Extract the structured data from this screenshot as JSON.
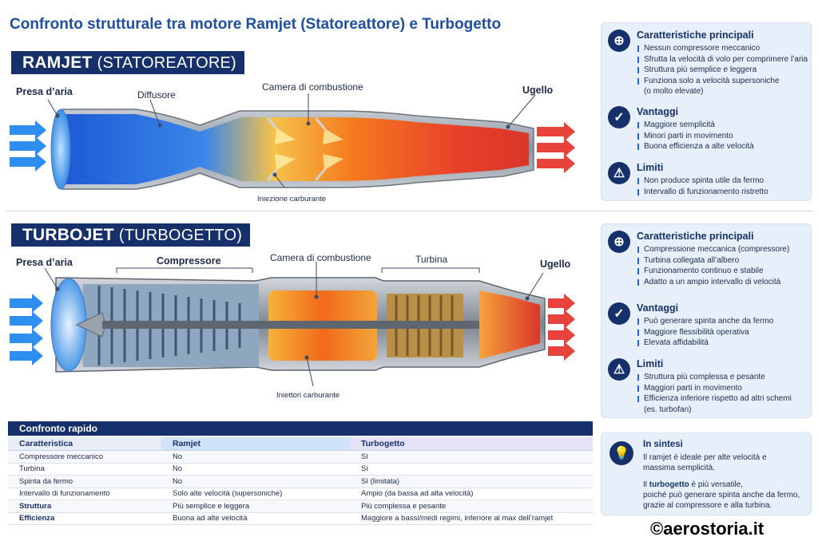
{
  "title": "Confronto strutturale tra motore Ramjet (Statoreattore) e Turbogetto",
  "ramjet": {
    "name": "RAMJET",
    "name_sub": "(STATOREATORE)",
    "labels": {
      "intake": "Presa d’aria",
      "diffuser": "Diffusore",
      "combustion": "Camera di combustione",
      "nozzle": "Ugello",
      "fuel": "Iniezione carburante"
    },
    "features": {
      "title": "Caratteristiche principali",
      "items": [
        "Nessun compressore meccanico",
        "Sfrutta la velocità di volo per comprimere l’aria",
        "Struttura più semplice e leggera",
        "Funziona solo a velocità supersoniche"
      ],
      "note": "(o molto elevate)"
    },
    "advantages": {
      "title": "Vantaggi",
      "items": [
        "Maggiore semplicità",
        "Minori parti in movimento",
        "Buona efficienza a alte velocità"
      ]
    },
    "limits": {
      "title": "Limiti",
      "items": [
        "Non produce spinta utile da fermo",
        "Intervallo di funzionamento ristretto"
      ]
    }
  },
  "turbojet": {
    "name": "TURBOJET",
    "name_sub": "(TURBOGETTO)",
    "labels": {
      "intake": "Presa d’aria",
      "compressor": "Compressore",
      "combustion": "Camera di combustione",
      "turbine": "Turbina",
      "nozzle": "Ugello",
      "fuel": "Iniettori carburante"
    },
    "features": {
      "title": "Caratteristiche principali",
      "items": [
        "Compressione meccanica (compressore)",
        "Turbina collegata all’albero",
        "Funzionamento continuo e stabile",
        "Adatto a un ampio intervallo di velocità"
      ]
    },
    "advantages": {
      "title": "Vantaggi",
      "items": [
        "Può generare spinta anche da fermo",
        "Maggiore flessibilità operativa",
        "Elevata affidabilità"
      ]
    },
    "limits": {
      "title": "Limiti",
      "items": [
        "Struttura più complessa e pesante",
        "Maggiori parti in movimento",
        "Efficienza inferiore rispetto ad altri schemi"
      ],
      "note": "(es. turbofan)"
    }
  },
  "comparison": {
    "title": "Confronto rapido",
    "headers": [
      "Caratteristica",
      "Ramjet",
      "Turbogetto"
    ],
    "rows": [
      [
        "Compressore meccanico",
        "No",
        "Sì"
      ],
      [
        "Turbina",
        "No",
        "Sì"
      ],
      [
        "Spinta da fermo",
        "No",
        "Sì (limitata)"
      ],
      [
        "Intervallo di funzionamento",
        "Solo alte velocità (supersoniche)",
        "Ampio (da bassa ad alta velocità)"
      ],
      [
        "Struttura",
        "Più semplice e leggera",
        "Più complessa e pesante"
      ],
      [
        "Efficienza",
        "Buona ad alte velocità",
        "Maggiore a bassi/medi regimi, inferiore al max dell’ramjet"
      ]
    ]
  },
  "summary": {
    "title": "In sintesi",
    "line1": "Il ramjet è ideale per alte velocità e",
    "line2": "massima semplicità.",
    "line3_pre": "Il ",
    "line3_bold": "turbogetto",
    "line3_post": " è più versatile,",
    "line4": "poiché può generare spinta anche da fermo,",
    "line5": "grazie al compressore e alla turbina."
  },
  "credit": "©aerostoria.it",
  "colors": {
    "navy": "#16306b",
    "accent_blue": "#1e4fa3",
    "arrow_blue": "#2f8ff0",
    "arrow_red": "#e8433a",
    "flame": "#f06a1a"
  },
  "icons": {
    "features": "crosshair-icon",
    "advantages": "check-circle-icon",
    "limits": "warning-triangle-icon",
    "summary": "lightbulb-icon"
  }
}
